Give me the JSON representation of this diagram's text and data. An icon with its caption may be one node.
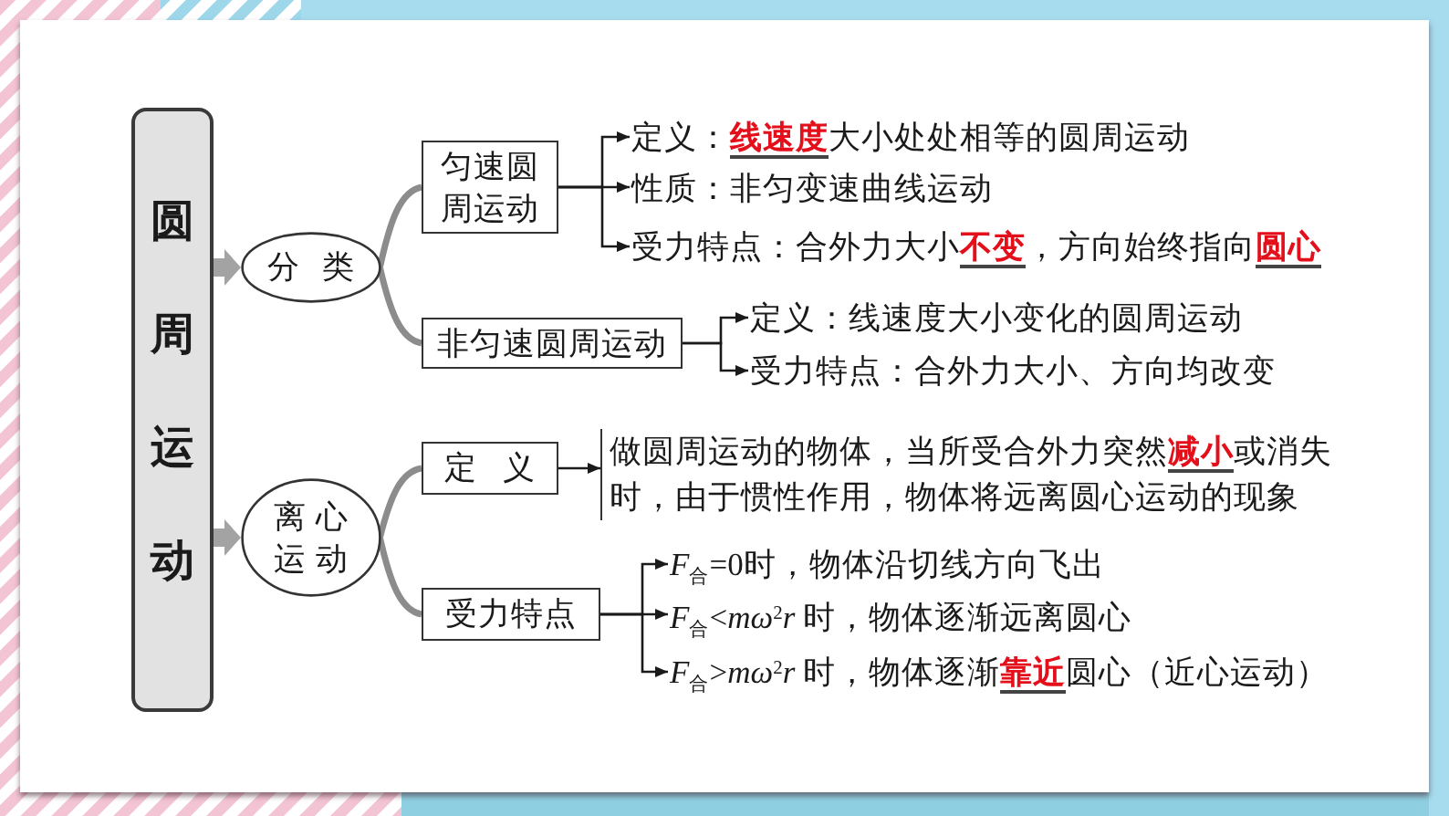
{
  "diagram": {
    "nodes": [
      {
        "text": [
          "圆周运动"
        ]
      },
      {
        "text": [
          "分类"
        ]
      },
      {
        "text": [
          "匀速圆周运动"
        ]
      },
      {
        "text": [
          "定义：**线速度**大小处处相等的圆周运动"
        ]
      },
      {
        "text": [
          "性质：非匀变速曲线运动"
        ]
      },
      {
        "text": [
          "受力特点：合外力大小**不变**，方向始终指向**圆心**"
        ]
      },
      {
        "text": [
          "非匀速圆周运动"
        ]
      },
      {
        "text": [
          "定义：线速度大小变化的圆周运动"
        ]
      },
      {
        "text": [
          "受力特点：合外力大小、方向均改变"
        ]
      },
      {
        "text": [
          "离心运动"
        ]
      },
      {
        "text": [
          "定义"
        ]
      },
      {
        "text": [
          "做圆周运动的物体，当所受合外力突然**减小**或消失时，由于惯性作用，物体将远离圆心运动的现象"
        ]
      },
      {
        "text": [
          "受力特点"
        ]
      },
      {
        "text": [
          "*F*$_{合}$=0时，物体沿切线方向飞出"
        ]
      },
      {
        "text": [
          "*F*$_{合}$<*mω*$^{2}$*r* 时，物体逐渐远离圆心"
        ]
      },
      {
        "text": [
          "*F*$_{合}$>*mω*$^{2}$*r* 时，物体逐渐**靠近**圆心（近心运动）"
        ]
      }
    ],
    "edges": [
      {
        "from": 0,
        "to": 1,
        "arrow": "to",
        "style": "thick",
        "color": "#a3a3a3"
      },
      {
        "from": 0,
        "to": 9,
        "arrow": "to",
        "style": "thick",
        "color": "#a3a3a3"
      },
      {
        "from": 1,
        "to": 2,
        "arrow": "none",
        "style": "thick",
        "color": "#8c8c8c"
      },
      {
        "from": 1,
        "to": 6,
        "arrow": "none",
        "style": "thick",
        "color": "#8c8c8c"
      },
      {
        "from": 2,
        "to": 3,
        "arrow": "to"
      },
      {
        "from": 2,
        "to": 4,
        "arrow": "to"
      },
      {
        "from": 2,
        "to": 5,
        "arrow": "to"
      },
      {
        "from": 6,
        "to": 7,
        "arrow": "to"
      },
      {
        "from": 6,
        "to": 8,
        "arrow": "to"
      },
      {
        "from": 9,
        "to": 10,
        "arrow": "none",
        "style": "thick",
        "color": "#8c8c8c"
      },
      {
        "from": 9,
        "to": 12,
        "arrow": "none",
        "style": "thick",
        "color": "#8c8c8c"
      },
      {
        "from": 10,
        "to": 11,
        "arrow": "to"
      },
      {
        "from": 12,
        "to": 13,
        "arrow": "to"
      },
      {
        "from": 12,
        "to": 14,
        "arrow": "to"
      },
      {
        "from": 12,
        "to": 15,
        "arrow": "to"
      }
    ]
  }
}
